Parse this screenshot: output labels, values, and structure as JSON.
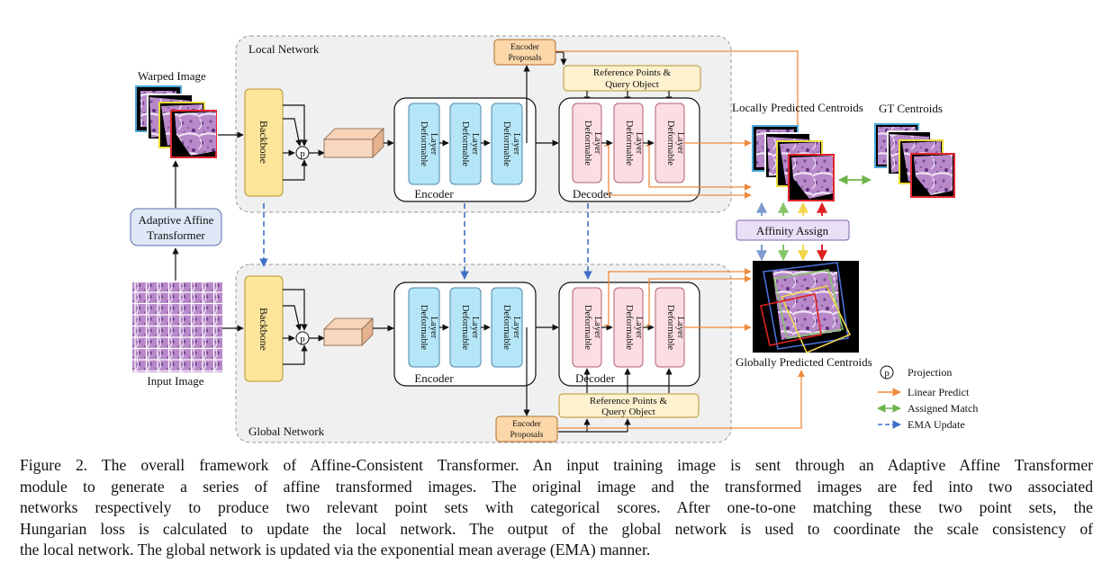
{
  "networks": {
    "local": "Local Network",
    "global": "Global Network"
  },
  "images": {
    "warped": "Warped Image",
    "input": "Input Image",
    "local_pred": "Locally Predicted Centroids",
    "gt": "GT Centroids",
    "global_pred": "Globally Predicted Centroids"
  },
  "modules": {
    "adaptive_affine_1": "Adaptive Affine",
    "adaptive_affine_2": "Transformer",
    "backbone": "Backbone",
    "projection": "p",
    "encoder": "Encoder",
    "decoder": "Decoder",
    "deformable_1": "Deformable",
    "deformable_2": "Layer",
    "encoder_proposals_1": "Encoder",
    "encoder_proposals_2": "Proposals",
    "ref_points_1": "Reference Points &",
    "ref_points_2": "Query Object",
    "affinity_assign": "Affinity Assign"
  },
  "legend": {
    "projection": "Projection",
    "linear_predict": "Linear Predict",
    "assigned_match": "Assigned Match",
    "ema_update": "EMA Update"
  },
  "colors": {
    "backbone": "#fde59a",
    "deformable_encoder": "#b5e6f7",
    "deformable_decoder": "#fbdde3",
    "proposals": "#fbd7a9",
    "reference": "#fdf1cf",
    "adaptive": "#dfe8f7",
    "affinity": "#e9dff7",
    "linear_predict": "#ef8a3c",
    "assigned_match": "#6fb44a",
    "ema_update": "#3f6fc6",
    "tissue": "#b07bc4"
  },
  "caption": [
    "Figure 2. The overall framework of Affine-Consistent Transformer. An input training image is sent through an Adaptive Affine Transformer",
    "module to generate a series of affine transformed images.  The original image and the transformed images are fed into two associated",
    "networks respectively to produce two relevant point sets with categorical scores.  After one-to-one matching these two point sets, the",
    "Hungarian loss is calculated to update the local network. The output of the global network is used to coordinate the scale consistency of",
    "the local network. The global network is updated via the exponential mean average (EMA) manner."
  ]
}
